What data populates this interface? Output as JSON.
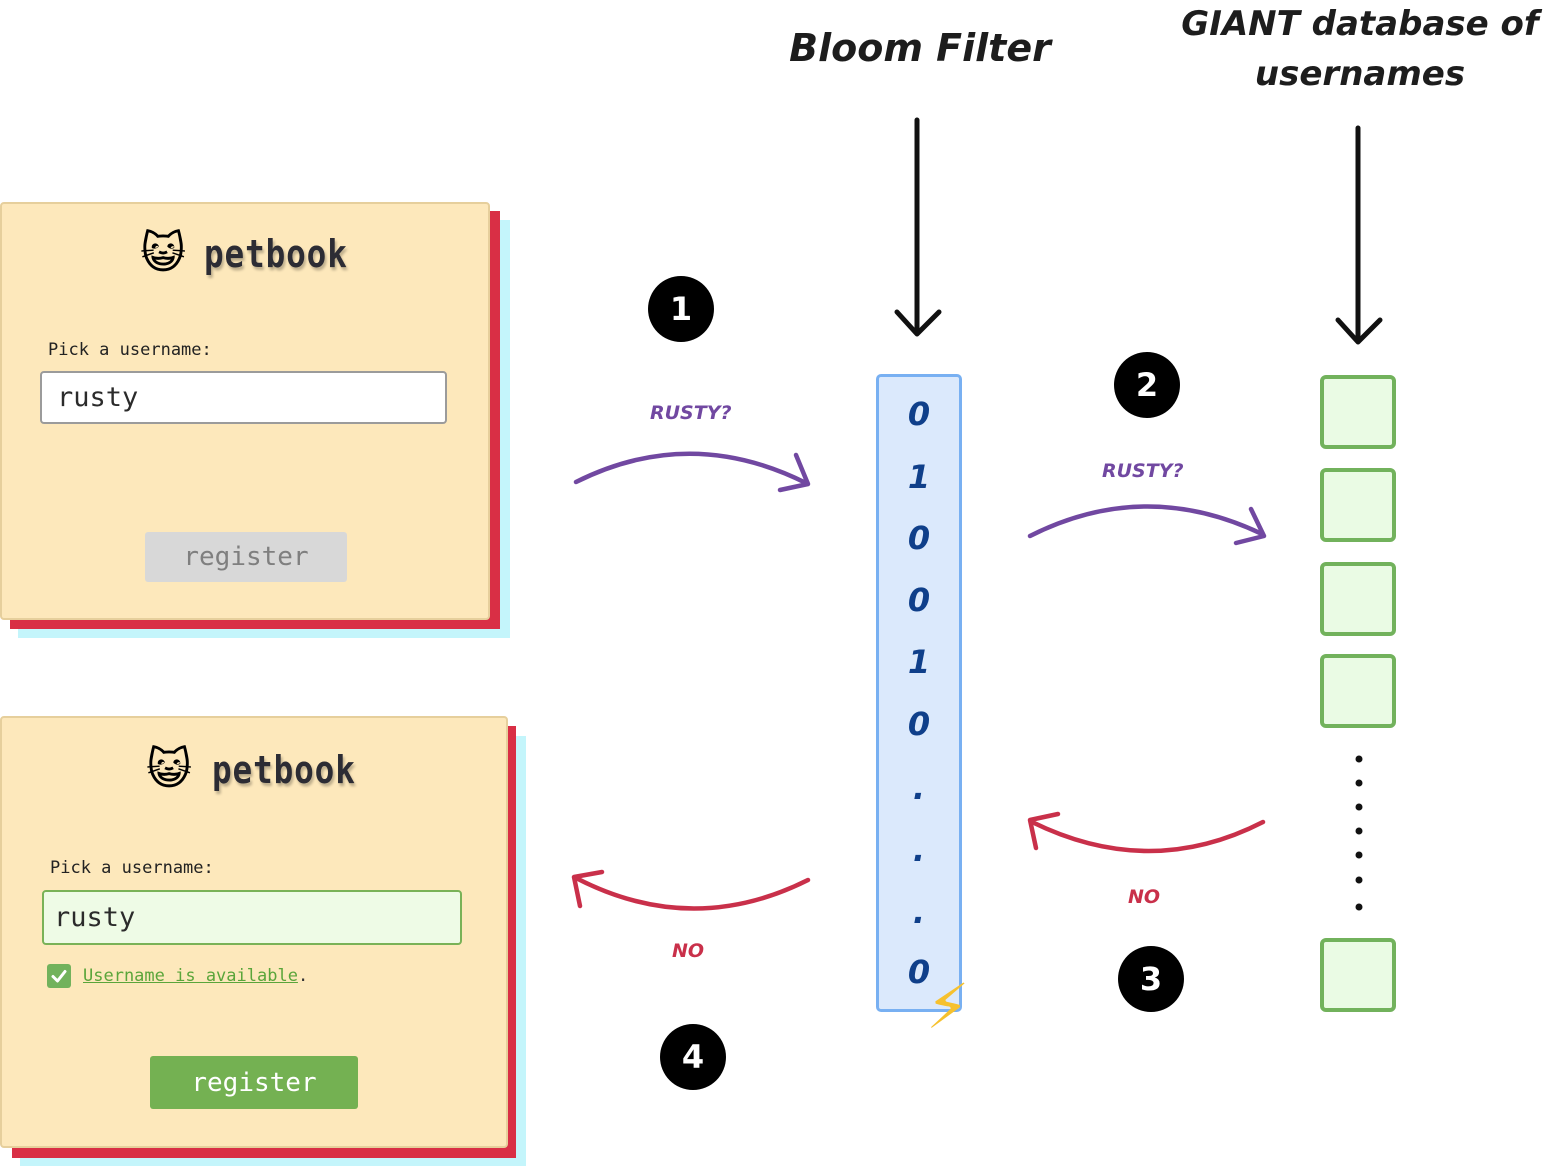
{
  "headings": {
    "bloom_filter": "Bloom Filter",
    "database": [
      "GIANT database of",
      "usernames"
    ]
  },
  "card_top": {
    "brand_emoji": "😺",
    "brand": "petbook",
    "label": "Pick a username:",
    "input_value": "rusty",
    "button": "register",
    "button_state": "disabled"
  },
  "card_bottom": {
    "brand_emoji": "😺",
    "brand": "petbook",
    "label": "Pick a username:",
    "input_value": "rusty",
    "status_icon": "checkmark-icon",
    "status": "Username is available",
    "status_punct": ".",
    "button": "register",
    "button_state": "enabled"
  },
  "steps": [
    "1",
    "2",
    "3",
    "4"
  ],
  "arrows": {
    "query1": "RUSTY?",
    "query2": "RUSTY?",
    "reply3": "NO",
    "reply4": "NO"
  },
  "bloom_filter_bits": [
    "0",
    "1",
    "0",
    "0",
    "1",
    "0",
    ".",
    ".",
    ".",
    "0"
  ],
  "bloom_filter_badge": "⚡",
  "database_more": "⋮",
  "colors": {
    "query_arrow": "#7148a1",
    "reply_arrow": "#c9304a",
    "card_bg": "#fde8bb",
    "card_shadow_red": "#d92f45",
    "card_shadow_cyan": "#c4f5fb",
    "bloom_bg": "#dbe9fc",
    "bloom_border": "#78b0f2",
    "slot_bg": "#eafbe4",
    "slot_border": "#72b25c",
    "register_enabled": "#74b152"
  }
}
